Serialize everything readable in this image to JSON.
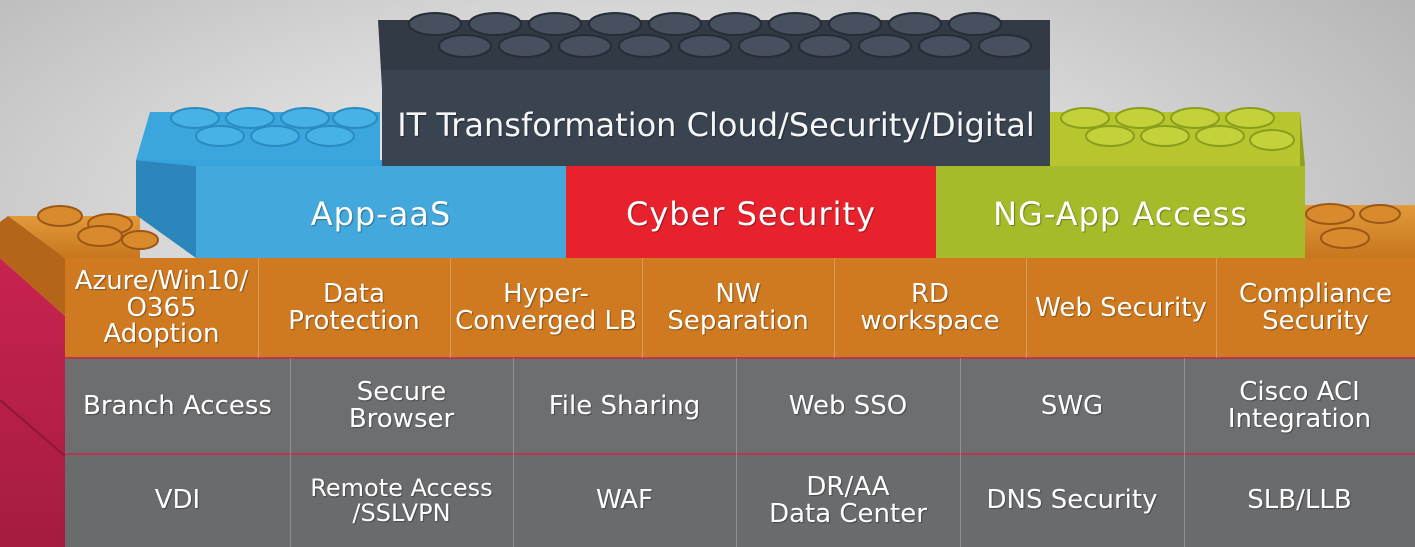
{
  "top_block": {
    "label": "IT Transformation Cloud/Security/Digital",
    "color": "#3a4350"
  },
  "mid_blocks": [
    {
      "label": "App-aaS",
      "color": "#43a9dd"
    },
    {
      "label": "Cyber Security",
      "color": "#e7222c"
    },
    {
      "label": "NG-App Access",
      "color": "#a7bb2a"
    }
  ],
  "orange_row": {
    "color": "#cf7a20",
    "cells": [
      "Azure/Win10/\nO365 Adoption",
      "Data\nProtection",
      "Hyper-\nConverged LB",
      "NW\nSeparation",
      "RD\nworkspace",
      "Web Security",
      "Compliance\nSecurity"
    ]
  },
  "gray_row_1": {
    "color": "#6d6e70",
    "cells": [
      "Branch Access",
      "Secure\nBrowser",
      "File Sharing",
      "Web SSO",
      "SWG",
      "Cisco ACI\nIntegration"
    ]
  },
  "gray_row_2": {
    "color": "#6d6e70",
    "cells": [
      "VDI",
      "Remote Access\n/SSLVPN",
      "WAF",
      "DR/AA\nData Center",
      "DNS  Security",
      "SLB/LLB"
    ]
  }
}
